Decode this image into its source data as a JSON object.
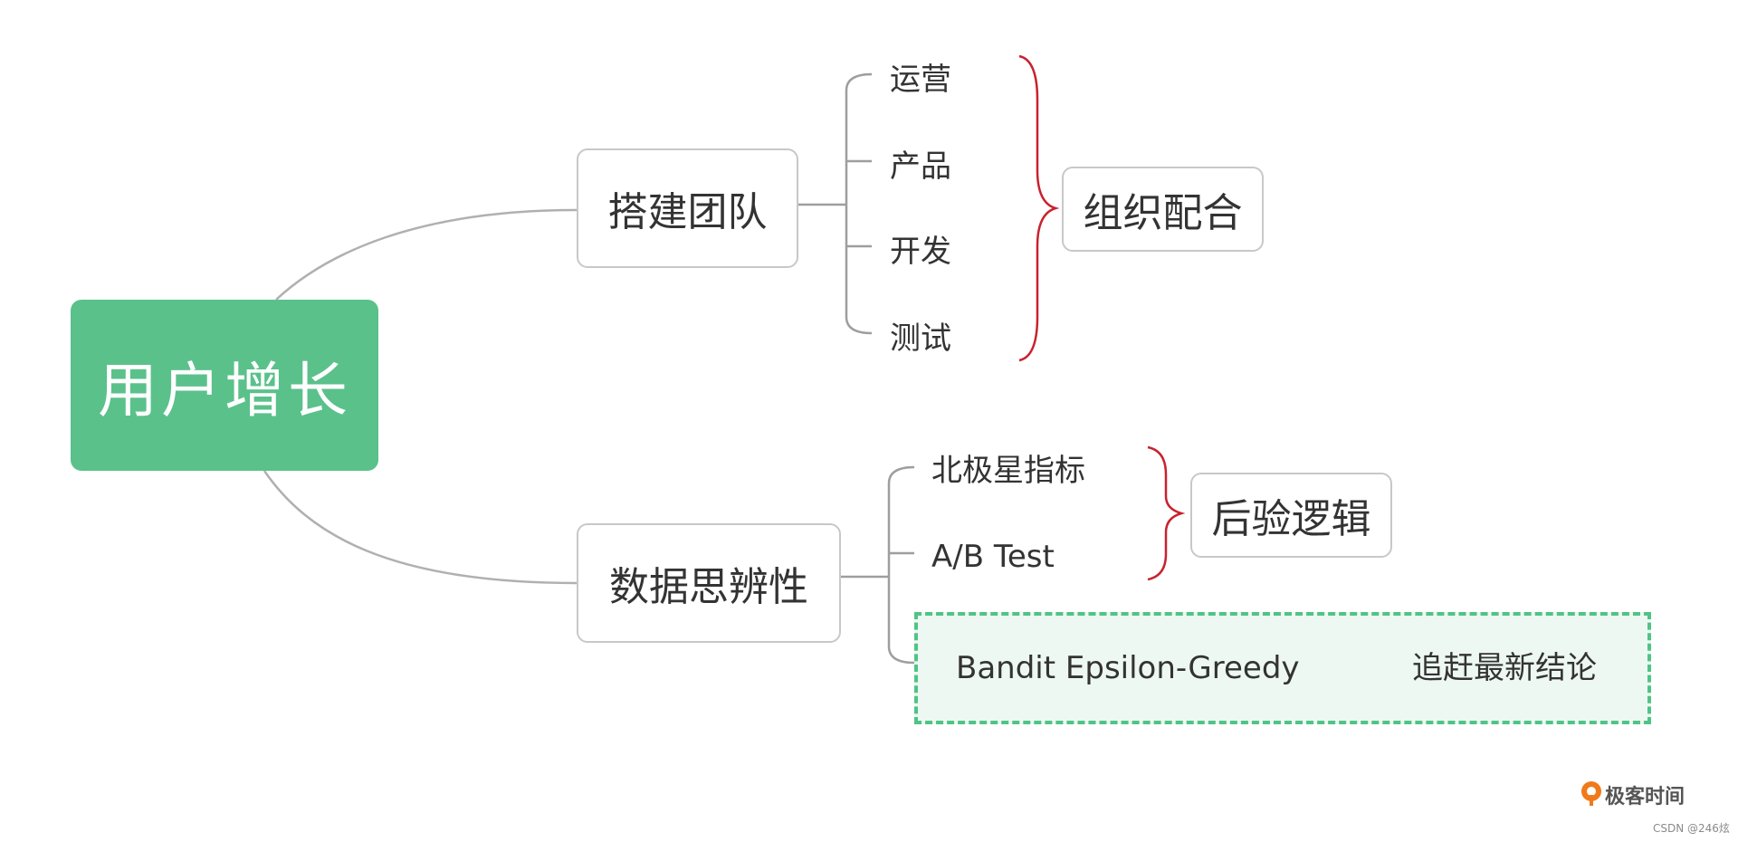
{
  "diagram": {
    "root": {
      "label": "用户增长"
    },
    "branches": {
      "team": {
        "label": "搭建团队",
        "items": [
          "运营",
          "产品",
          "开发",
          "测试"
        ],
        "summary": "组织配合"
      },
      "data": {
        "label": "数据思辨性",
        "items": [
          "北极星指标",
          "A/B Test"
        ],
        "summary": "后验逻辑",
        "highlight": {
          "left": "Bandit Epsilon-Greedy",
          "right": "追赶最新结论"
        }
      }
    }
  },
  "branding": {
    "logo_text": "极客时间",
    "watermark": "CSDN @246炫"
  },
  "colors": {
    "root_fill": "#5ac18b",
    "node_border": "#c8c8c8",
    "brace": "#c8222e",
    "dashed_border": "#4fc486",
    "dashed_fill": "#eef8f2",
    "connector": "#9e9e9e",
    "logo_accent": "#f07a1a"
  }
}
